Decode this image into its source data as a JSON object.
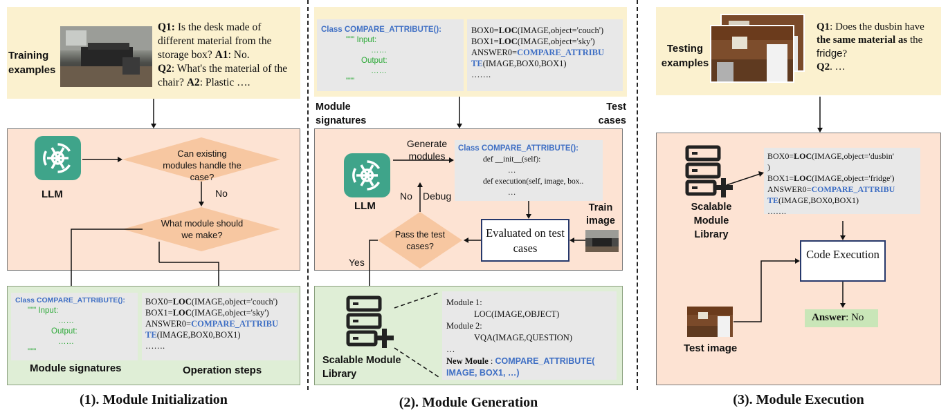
{
  "panel1": {
    "label_training": "Training examples",
    "qa": {
      "q1_label": "Q1:",
      "q1_text": "Is the desk made of different material from the storage box?",
      "a1_label": "A1",
      "a1_text": ": No.",
      "q2_label": "Q2",
      "q2_text": ": What's the material of the chair?",
      "a2_label": "A2",
      "a2_text": ": Plastic …."
    },
    "llm_label": "LLM",
    "diamond1": "Can existing modules handle the case?",
    "no_label": "No",
    "diamond2": "What module should we make?",
    "sig_code": {
      "class_line": "Class COMPARE_ATTRIBUTE():",
      "l1": "\"\"\" Input:",
      "l2": "……",
      "l3": "Output:",
      "l4": "……",
      "l5": "\"\"\""
    },
    "ops_code": {
      "l1a": "BOX0=",
      "l1b": "LOC",
      "l1c": "(IMAGE,object='couch')",
      "l2a": "BOX1=",
      "l2b": "LOC",
      "l2c": "(IMAGE,object='sky')",
      "l3a": "ANSWER0=",
      "l3b": "COMPARE_ATTRIBU",
      "l4a": "TE",
      "l4b": "(IMAGE,BOX0,BOX1)",
      "l5": "……."
    },
    "module_signatures": "Module signatures",
    "operation_steps": "Operation steps",
    "caption": "(1). Module Initialization"
  },
  "panel2": {
    "sig_code": {
      "class_line": "Class COMPARE_ATTRIBUTE():",
      "l1": "\"\"\" Input:",
      "l2": "……",
      "l3": "Output:",
      "l4": "……",
      "l5": "\"\"\""
    },
    "ops_code": {
      "l1a": "BOX0=",
      "l1b": "LOC",
      "l1c": "(IMAGE,object='couch')",
      "l2a": "BOX1=",
      "l2b": "LOC",
      "l2c": "(IMAGE,object='sky')",
      "l3a": "ANSWER0=",
      "l3b": "COMPARE_ATTRIBU",
      "l4a": "TE",
      "l4b": "(IMAGE,BOX0,BOX1)",
      "l5": "……."
    },
    "module_signatures": "Module signatures",
    "test_cases": "Test cases",
    "generate_modules": "Generate modules",
    "gen_code": {
      "class_line": "Class COMPARE_ATTRIBUTE():",
      "l1": "def __init__(self):",
      "l2": "…",
      "l3": "def execution(self, image, box..",
      "l4": "…"
    },
    "llm_label": "LLM",
    "no_label": "No",
    "debug_label": "Debug",
    "train_image": "Train image",
    "diamond": "Pass the test cases?",
    "evaluated": "Evaluated on test cases",
    "yes_label": "Yes",
    "library_label": "Scalable Module Library",
    "library": {
      "m1": "Module 1:",
      "m1v": "LOC(IMAGE,OBJECT)",
      "m2": "Module 2:",
      "m2v": "VQA(IMAGE,QUESTION)",
      "dots": "…",
      "new_label": "New Moule",
      "new_sep": " : ",
      "new_a": "COMPARE_ATTRIBUTE(",
      "new_b": "IMAGE, BOX1, …)"
    },
    "caption": "(2). Module Generation"
  },
  "panel3": {
    "label_testing": "Testing examples",
    "qa": {
      "q1_label": "Q1",
      "q1_a": ": Does the dusbin have ",
      "q1_b": "the same material as",
      "q1_c": " the ",
      "q1_d": "fridge",
      "q1_e": "?",
      "q2_label": "Q2",
      "q2_text": ". …"
    },
    "library_label": "Scalable Module Library",
    "code": {
      "l1a": "BOX0=",
      "l1b": "LOC",
      "l1c": "(IMAGE,object='dusbin'",
      "l1d": ")",
      "l2a": "BOX1=",
      "l2b": "LOC",
      "l2c": "(IMAGE,object='fridge')",
      "l3a": "ANSWER0=",
      "l3b": "COMPARE_ATTRIBU",
      "l4a": "TE",
      "l4b": "(IMAGE,BOX0,BOX1)",
      "l5": "……."
    },
    "code_execution": "Code Execution",
    "test_image": "Test image",
    "answer_label": "Answer",
    "answer_value": ": No",
    "caption": "(3). Module Execution"
  },
  "colors": {
    "yellow_bg": "#fbf1cf",
    "pink_bg": "#fde3d3",
    "green_bg": "#dfeed6",
    "diamond": "#f7c7a1",
    "blue_code": "#3f6fc4",
    "green_code": "#2faa3a",
    "logo": "#3fa48a"
  },
  "icons": [
    "openai-logo-icon",
    "module-library-icon",
    "photo-thumbnail"
  ]
}
